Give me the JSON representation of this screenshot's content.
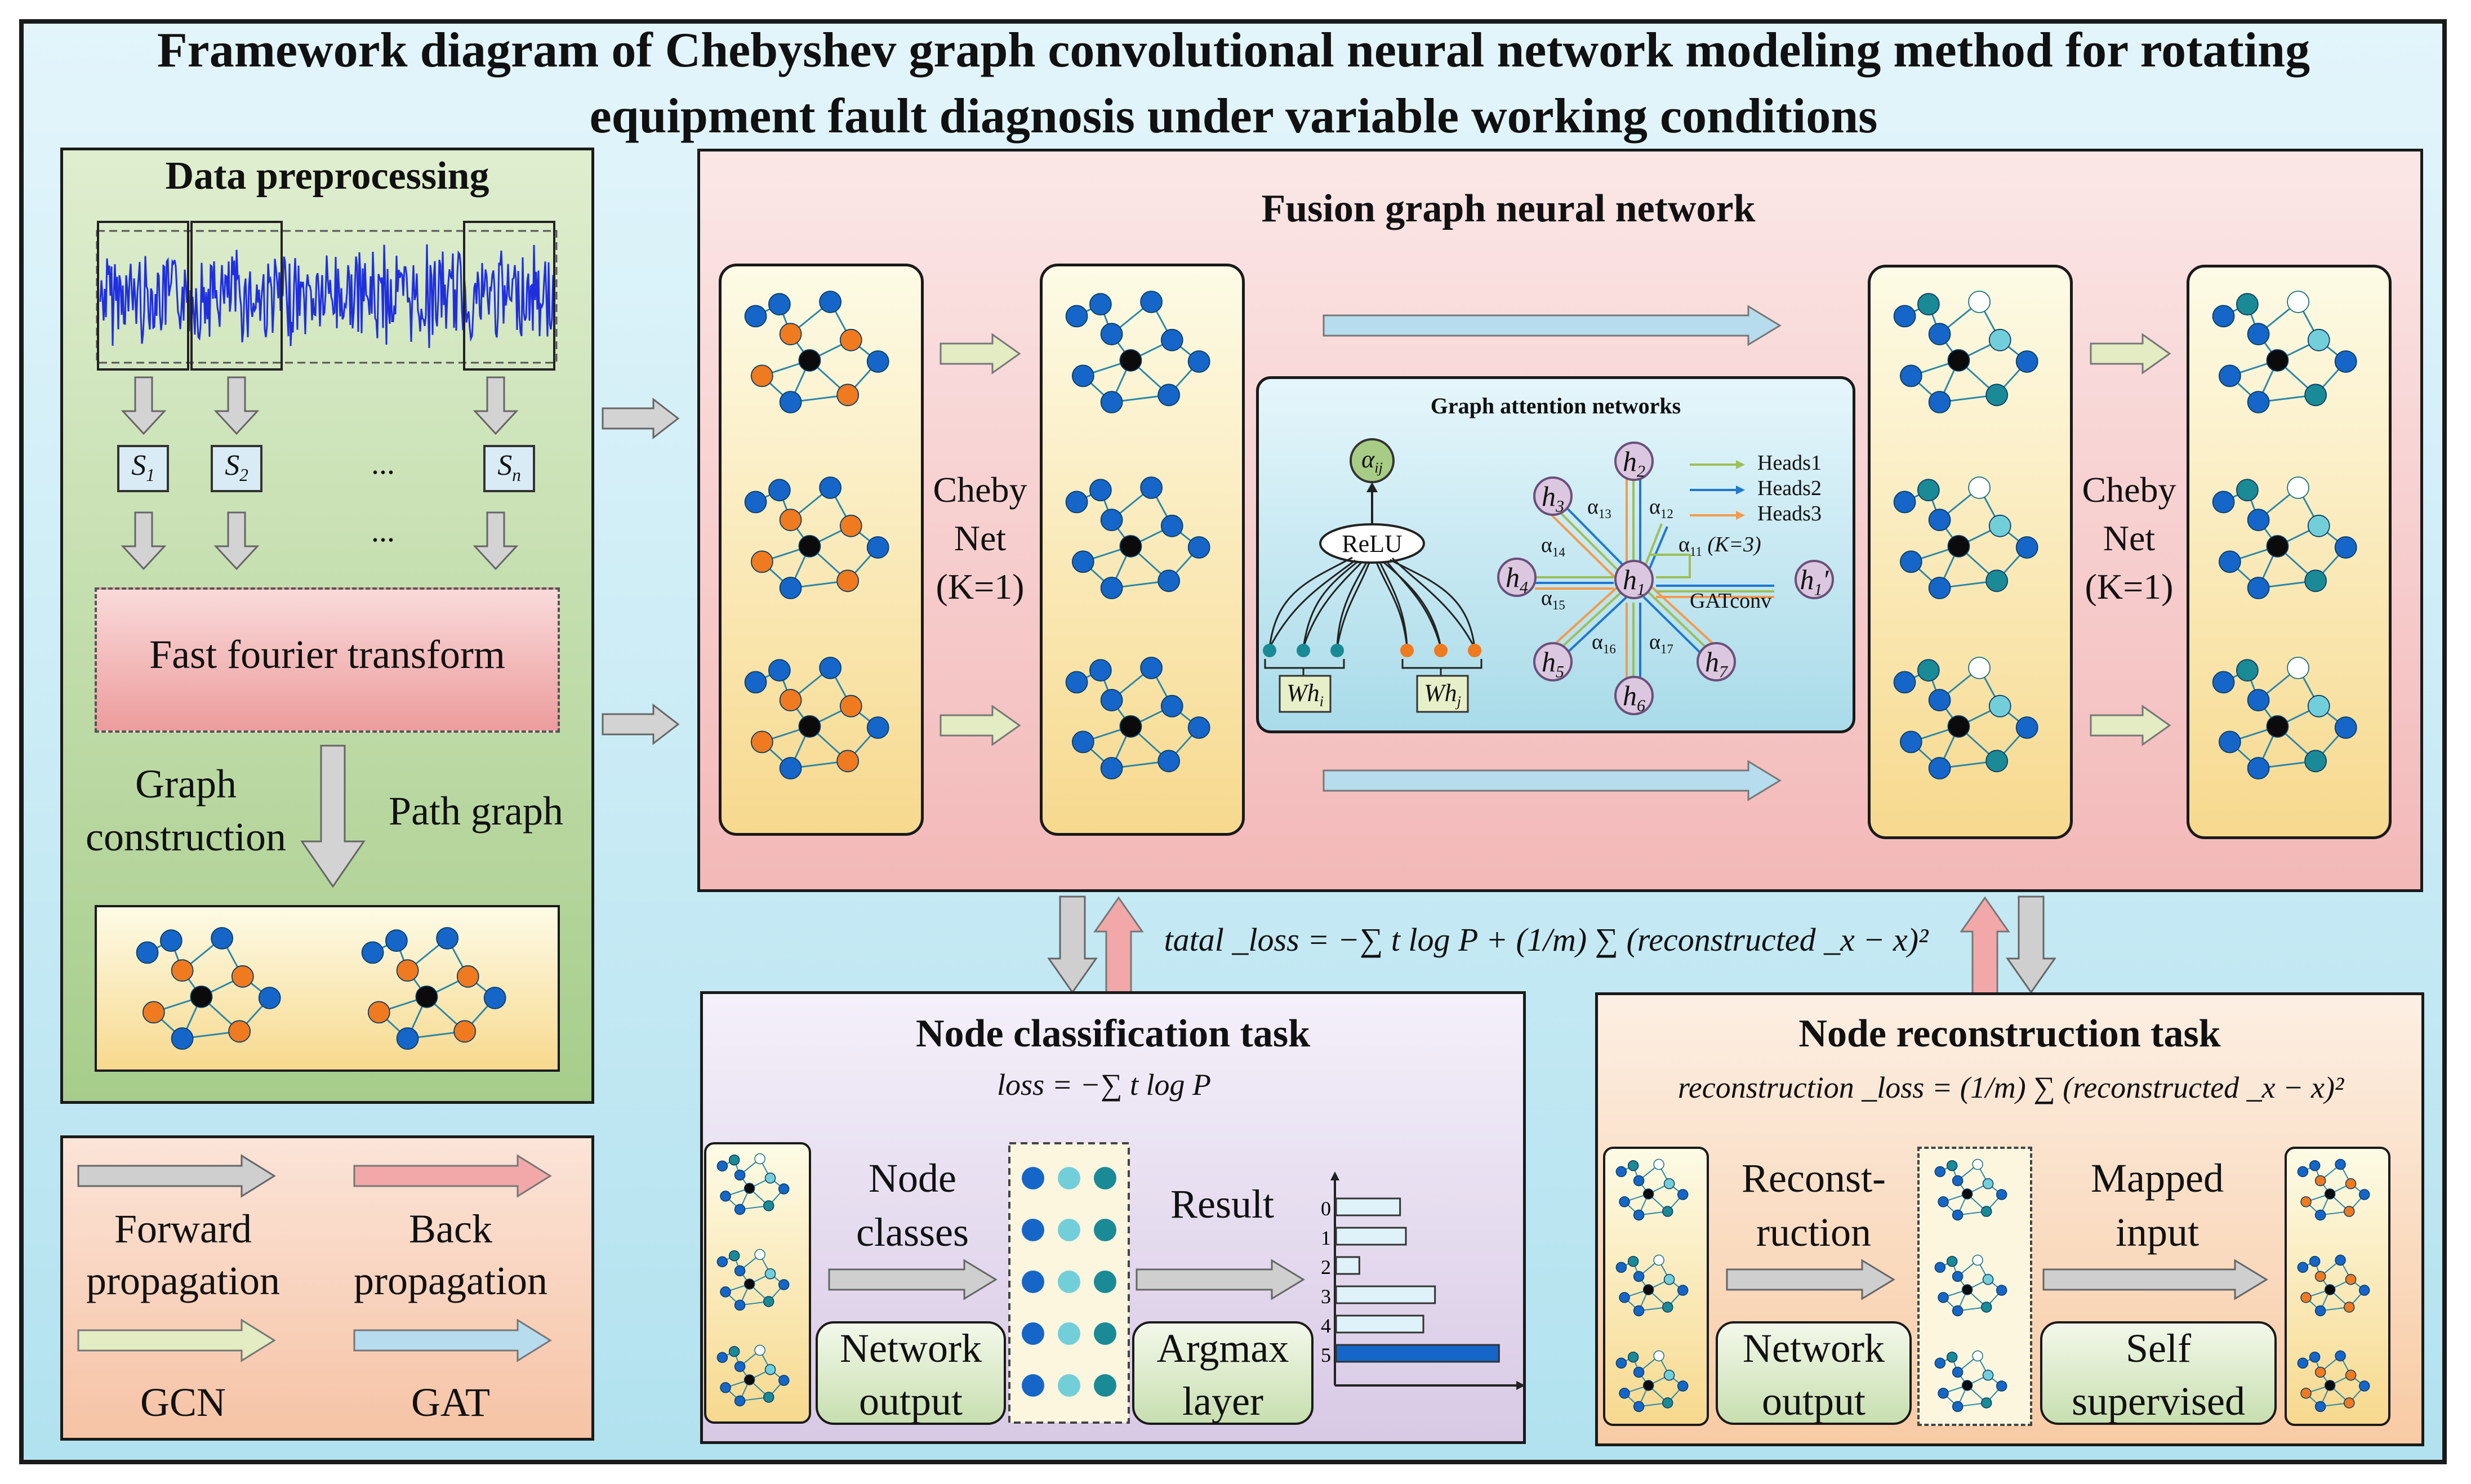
{
  "title": {
    "line1": "Framework diagram of Chebyshev graph convolutional neural network modeling method for rotating",
    "line2": "equipment fault diagnosis under variable working conditions"
  },
  "preprocessing": {
    "heading": "Data preprocessing",
    "segments": [
      "S",
      "S",
      "S"
    ],
    "segment_subs": [
      "1",
      "2",
      "n"
    ],
    "ellipsis": "...",
    "fft": "Fast fourier transform",
    "graph_construction": [
      "Graph",
      "construction"
    ],
    "path_graph": "Path graph"
  },
  "legend": {
    "forward": [
      "Forward",
      "propagation"
    ],
    "back": [
      "Back",
      "propagation"
    ],
    "gcn": "GCN",
    "gat": "GAT"
  },
  "fusion": {
    "heading": "Fusion graph neural network",
    "cheby_left": [
      "Cheby",
      "Net",
      "(K=1)"
    ],
    "cheby_right": [
      "Cheby",
      "Net",
      "(K=1)"
    ]
  },
  "gat": {
    "heading": "Graph attention networks",
    "alpha_ij": "α",
    "alpha_ij_sub": "ij",
    "relu": "ReLU",
    "wh_i": "Wh",
    "wh_i_sub": "i",
    "wh_j": "Wh",
    "wh_j_sub": "j",
    "heads": [
      "Heads1",
      "Heads2",
      "Heads3"
    ],
    "center": "h",
    "center_sub": "1",
    "neighbors": [
      {
        "label": "h",
        "sub": "2"
      },
      {
        "label": "h",
        "sub": "3"
      },
      {
        "label": "h",
        "sub": "4"
      },
      {
        "label": "h",
        "sub": "5"
      },
      {
        "label": "h",
        "sub": "6"
      },
      {
        "label": "h",
        "sub": "7"
      }
    ],
    "output": "h",
    "output_sub": "1",
    "output_prime": "′",
    "alphas": [
      {
        "label": "α",
        "sub": "13"
      },
      {
        "label": "α",
        "sub": "12"
      },
      {
        "label": "α",
        "sub": "14"
      },
      {
        "label": "α",
        "sub": "15"
      },
      {
        "label": "α",
        "sub": "16"
      },
      {
        "label": "α",
        "sub": "17"
      }
    ],
    "alpha11": "α",
    "alpha11_sub": "11",
    "k_label": "(K=3)",
    "gatconv": "GATconv"
  },
  "formulas": {
    "total": "tatal _loss = −∑ t log P + (1/m) ∑ (reconstructed _x − x)²",
    "classification": "loss = −∑ t log P",
    "reconstruction": "reconstruction _loss = (1/m) ∑ (reconstructed _x − x)²"
  },
  "classification": {
    "heading": "Node classification task",
    "node_classes": [
      "Node",
      "classes"
    ],
    "result": "Result",
    "network_output": [
      "Network",
      "output"
    ],
    "argmax": [
      "Argmax",
      "layer"
    ],
    "bar_labels": [
      "0",
      "1",
      "2",
      "3",
      "4",
      "5"
    ],
    "bar_values": [
      0.55,
      0.6,
      0.2,
      0.85,
      0.75,
      1.4
    ],
    "highlight_index": 5
  },
  "reconstruction": {
    "heading": "Node reconstruction task",
    "reconstruction_label": [
      "Reconst-",
      "ruction"
    ],
    "mapped_input": [
      "Mapped",
      "input"
    ],
    "network_output": [
      "Network",
      "output"
    ],
    "self_supervised": [
      "Self",
      "supervised"
    ]
  },
  "colors": {
    "node_blue": "#1566c8",
    "node_orange": "#ef7a1f",
    "node_black": "#0b0b0b",
    "node_teal": "#1a8a96",
    "node_lightcyan": "#72cfd9",
    "fusion_bg_top": "#f7dada",
    "gcn_arrow": "#e3ecc2",
    "gat_arrow": "#b6dced",
    "back_arrow": "#f2a8a8",
    "forward_arrow": "#cfcfcf"
  }
}
